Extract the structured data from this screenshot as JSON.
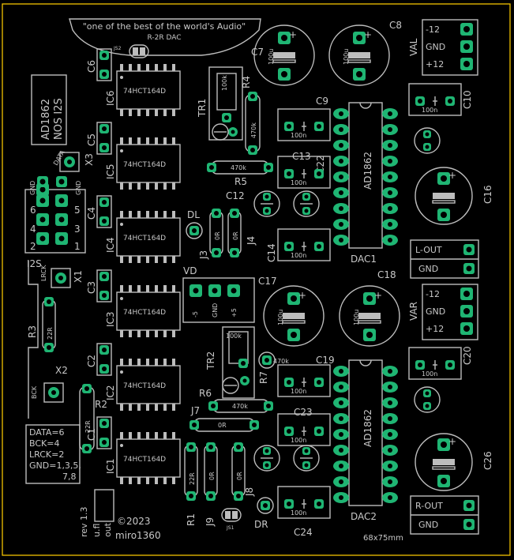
{
  "board": {
    "colors": {
      "background": "#000000",
      "silkscreen": "#bdbdbd",
      "pad": "#1fb573",
      "border": "#f2c200"
    },
    "slogan": "\"one of the best of the world's Audio\"",
    "subtitle": "R-2R DAC",
    "chip_label": "AD1862\nNOS I2S",
    "size_label": "68x75mm",
    "rev_label": "rev 1.3",
    "copyright": "©2023",
    "author": "miro1360",
    "out_labels": [
      "u.fl",
      "out"
    ],
    "pinout_legend": [
      "DATA=6",
      "BCK=4",
      "LRCK=2",
      "GND=1,3,5,",
      "7,8"
    ]
  },
  "shift_registers": [
    {
      "ref": "IC6",
      "part": "74HCT164D"
    },
    {
      "ref": "IC5",
      "part": "74HCT164D"
    },
    {
      "ref": "IC4",
      "part": "74HCT164D"
    },
    {
      "ref": "IC3",
      "part": "74HCT164D"
    },
    {
      "ref": "IC2",
      "part": "74HCT164D"
    },
    {
      "ref": "IC1",
      "part": "74HCT164D"
    }
  ],
  "decoupling_caps": [
    "C6",
    "C5",
    "C4",
    "C3",
    "C2",
    "C1"
  ],
  "dacs": [
    {
      "ref": "DAC1",
      "part": "AD1862"
    },
    {
      "ref": "DAC2",
      "part": "AD1862"
    }
  ],
  "electrolytics": [
    {
      "ref": "C7",
      "value": "100u"
    },
    {
      "ref": "C8",
      "value": "100u"
    },
    {
      "ref": "C17",
      "value": "100u"
    },
    {
      "ref": "C18",
      "value": "100u"
    },
    {
      "ref": "C16",
      "value": ""
    },
    {
      "ref": "C26",
      "value": ""
    }
  ],
  "film_caps": [
    {
      "ref": "C9",
      "value": "100n"
    },
    {
      "ref": "C10",
      "value": "100n"
    },
    {
      "ref": "C13",
      "value": "100n"
    },
    {
      "ref": "C14",
      "value": "100n"
    },
    {
      "ref": "C19",
      "value": "100n"
    },
    {
      "ref": "C20",
      "value": "100n"
    },
    {
      "ref": "C23",
      "value": "100n"
    },
    {
      "ref": "C24",
      "value": "100n"
    }
  ],
  "small_caps": [
    "C12",
    "C22"
  ],
  "resistors": [
    {
      "ref": "R3",
      "value": "22R"
    },
    {
      "ref": "R2",
      "value": "22R"
    },
    {
      "ref": "R1",
      "value": "22R"
    },
    {
      "ref": "R4",
      "value": "470k"
    },
    {
      "ref": "R5",
      "value": "470k"
    },
    {
      "ref": "R6",
      "value": "470k"
    },
    {
      "ref": "R7",
      "value": "470k"
    }
  ],
  "trimmers": [
    {
      "ref": "TR1",
      "value": "100k"
    },
    {
      "ref": "TR2",
      "value": "100k"
    }
  ],
  "jumpers": [
    "J3",
    "J4",
    "J7",
    "J8",
    "J9"
  ],
  "jumper_value": "0R",
  "solder_jumpers": [
    "JS1",
    "JS2"
  ],
  "connectors": {
    "x3": "X3",
    "x1": "X1",
    "x2": "X2",
    "data": "DATA",
    "lrck": "LRCK",
    "bck": "BCK",
    "i2s": "I2S",
    "gnd": "GND",
    "dl": "DL",
    "dr": "DR",
    "vd": "VD",
    "val": "VAL",
    "var": "VAR",
    "l_out": "L-OUT",
    "r_out": "R-OUT",
    "pwr_labels": [
      "-12",
      "GND",
      "+12"
    ],
    "header_nums_left": [
      "6",
      "4",
      "2"
    ],
    "header_nums_right": [
      "5",
      "3",
      "1"
    ],
    "vd_pins": [
      "-5",
      "GND",
      "+5"
    ]
  }
}
